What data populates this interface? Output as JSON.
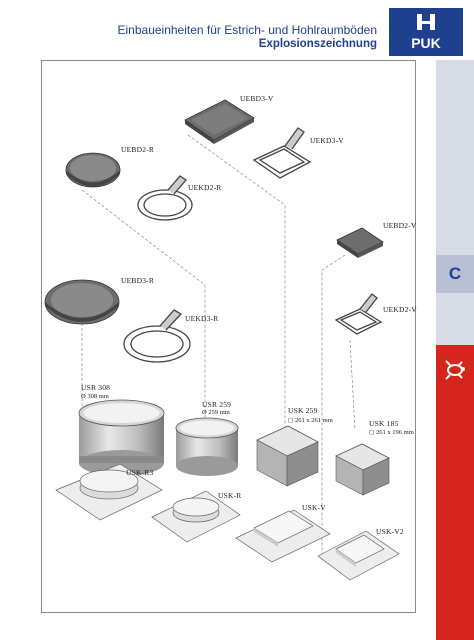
{
  "header": {
    "title": "Einbaueinheiten für Estrich- und Hohlraumböden",
    "subtitle": "Explosionszeichnung",
    "logo_text": "PUK"
  },
  "side_tab": {
    "letter": "C",
    "icon": "sea-turtle-icon"
  },
  "colors": {
    "brand_blue": "#1f3f8f",
    "tab_gray": "#d7dbe6",
    "tab_red": "#d5251c"
  },
  "parts": {
    "uebd3_v": "UEBD3-V",
    "uekd3_v": "UEKD3-V",
    "uebd2_r": "UEBD2-R",
    "uekd2_r": "UEKD2-R",
    "uebd2_v": "UEBD2-V",
    "uebd3_r": "UEBD3-R",
    "uekd2_v": "UEKD2-V",
    "uekd3_r": "UEKD3-R",
    "usr308": "USR 308",
    "usr308_dim": "Ø 308 mm",
    "usr259": "USR 259",
    "usr259_dim": "Ø 259 mm",
    "usk259": "USK 259",
    "usk259_dim": "◻ 261 x 261 mm",
    "usk185": "USK 185",
    "usk185_dim": "◻ 261 x 196 mm",
    "usk_r3": "USK-R3",
    "usk_r": "USK-R",
    "usk_v": "USK-V",
    "usk_v2": "USK-V2"
  }
}
